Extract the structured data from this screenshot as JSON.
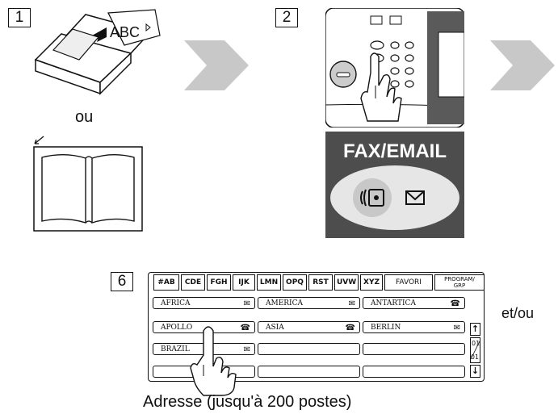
{
  "steps": [
    "1",
    "2",
    "6"
  ],
  "step1": {
    "adf_text": "ABC",
    "or_label": "ou"
  },
  "step2": {
    "mode_title": "FAX/EMAIL"
  },
  "step6": {
    "tabs": [
      "#AB",
      "CDE",
      "FGH",
      "IJK",
      "LMN",
      "OPQ",
      "RST",
      "UVW",
      "XYZ",
      "FAVORI",
      "PROGRAM/\nGRP"
    ],
    "rows": [
      [
        {
          "name": "AFRICA",
          "icon": "email-icon"
        },
        {
          "name": "AMERICA",
          "icon": "email-icon"
        },
        {
          "name": "ANTARTICA",
          "icon": "phone-icon"
        }
      ],
      [
        {
          "name": "APOLLO",
          "icon": "phone-icon"
        },
        {
          "name": "ASIA",
          "icon": "phone-icon"
        },
        {
          "name": "BERLIN",
          "icon": "email-icon"
        }
      ],
      [
        {
          "name": "BRAZIL",
          "icon": "email-icon"
        },
        {
          "name": "",
          "icon": ""
        },
        {
          "name": "",
          "icon": ""
        }
      ],
      [
        {
          "name": "",
          "icon": ""
        },
        {
          "name": "",
          "icon": ""
        },
        {
          "name": "",
          "icon": ""
        }
      ]
    ],
    "page_top": "01",
    "page_bottom": "01",
    "and_or_label": "et/ou",
    "caption": "Adresse (jusqu'à 200 postes)"
  }
}
